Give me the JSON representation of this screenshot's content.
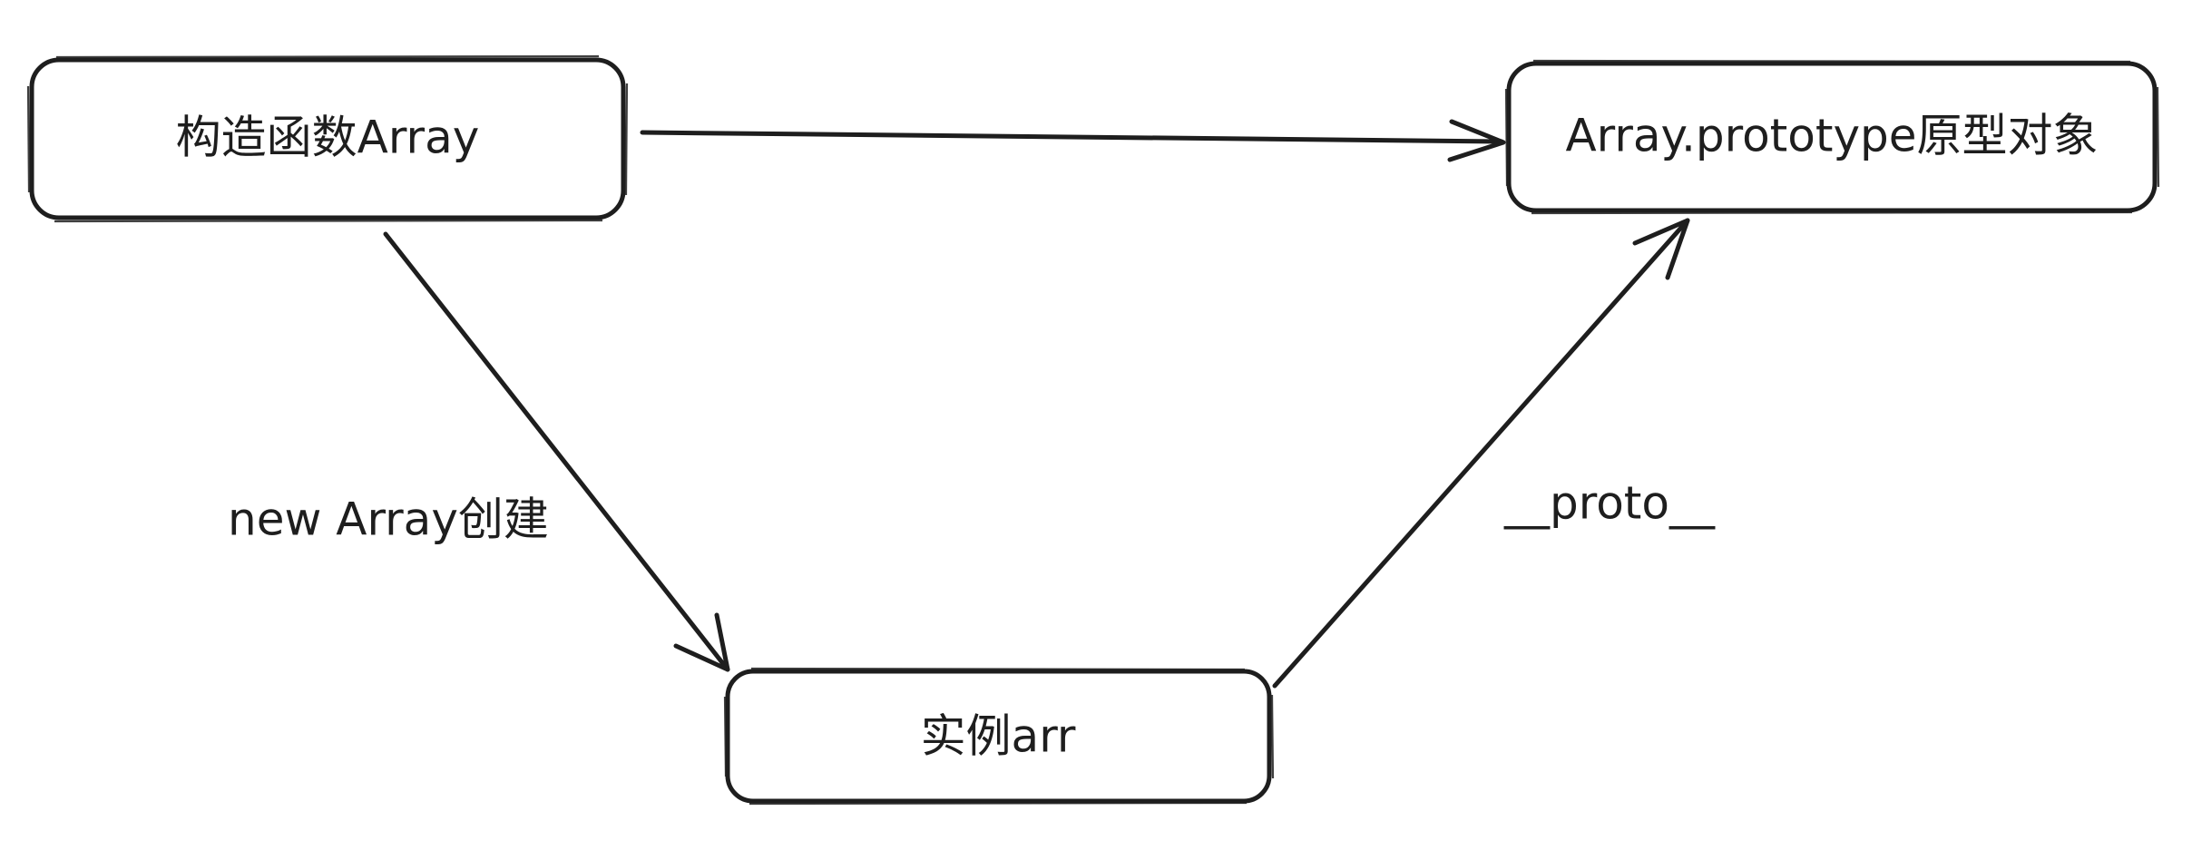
{
  "diagram": {
    "nodes": {
      "constructor": {
        "label": "构造函数Array"
      },
      "prototype": {
        "label": "Array.prototype原型对象"
      },
      "instance": {
        "label": "实例arr"
      }
    },
    "edges": {
      "constructor_to_prototype": {
        "label": ""
      },
      "constructor_to_instance": {
        "label": "new Array创建"
      },
      "instance_to_prototype": {
        "label": "__proto__"
      }
    },
    "colors": {
      "stroke": "#1e1e1e",
      "background": "#ffffff"
    }
  }
}
